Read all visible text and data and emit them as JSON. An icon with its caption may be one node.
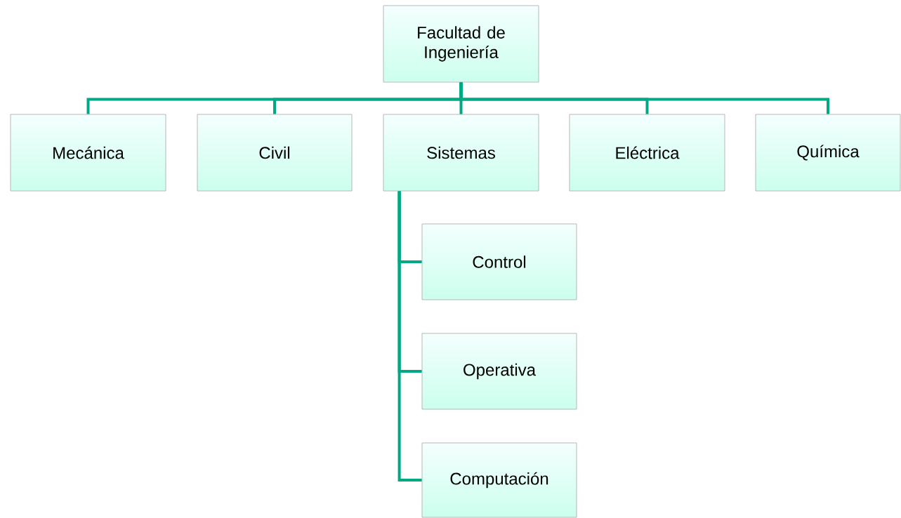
{
  "diagram": {
    "nodes": [
      {
        "text": [
          "Facultad de Ingeniería"
        ]
      },
      {
        "text": [
          "Mecánica"
        ]
      },
      {
        "text": [
          "Civil"
        ]
      },
      {
        "text": [
          "Sistemas"
        ]
      },
      {
        "text": [
          "Eléctrica"
        ]
      },
      {
        "text": [
          "Química"
        ]
      },
      {
        "text": [
          "Control"
        ]
      },
      {
        "text": [
          "Operativa"
        ]
      },
      {
        "text": [
          "Computación"
        ]
      }
    ],
    "edges": [
      {
        "from": 0,
        "to": 1,
        "arrow": "none"
      },
      {
        "from": 0,
        "to": 2,
        "arrow": "none"
      },
      {
        "from": 0,
        "to": 3,
        "arrow": "none"
      },
      {
        "from": 0,
        "to": 4,
        "arrow": "none"
      },
      {
        "from": 0,
        "to": 5,
        "arrow": "none"
      },
      {
        "from": 3,
        "to": 6,
        "arrow": "none"
      },
      {
        "from": 3,
        "to": 7,
        "arrow": "none"
      },
      {
        "from": 3,
        "to": 8,
        "arrow": "none"
      }
    ]
  }
}
